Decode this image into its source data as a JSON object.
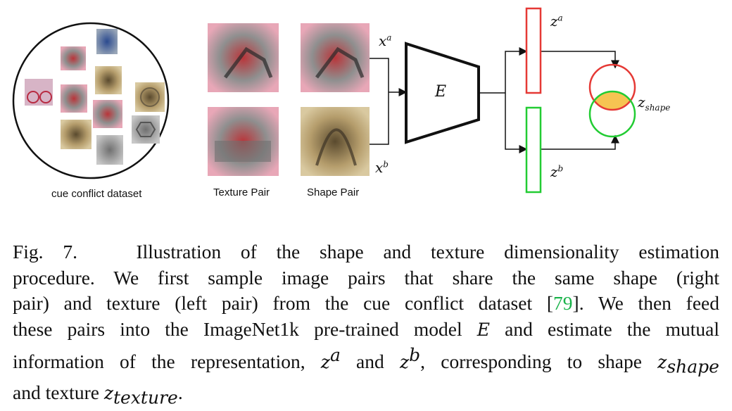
{
  "figure": {
    "dataset_label": "cue conflict dataset",
    "texture_pair_label": "Texture Pair",
    "shape_pair_label": "Shape Pair",
    "xa": "x",
    "xa_sup": "a",
    "xb": "x",
    "xb_sup": "b",
    "encoder": "E",
    "za": "z",
    "za_sup": "a",
    "zb": "z",
    "zb_sup": "b",
    "zshape": "z",
    "zshape_sub": "shape",
    "colors": {
      "za_box": "#e53935",
      "zb_box": "#22cc33",
      "overlap": "#f6c452"
    }
  },
  "caption": {
    "fig_label": "Fig. 7.",
    "l1": "Illustration of the shape and texture dimensionality estimation",
    "l2": "procedure. We first sample image pairs that share the same shape (right",
    "l3a": "pair) and texture (left pair) from the cue conflict dataset [",
    "cite": "79",
    "l3b": "]. We then feed",
    "l4a": "these pairs into the ImageNet1k pre-trained model ",
    "l4E": "E",
    "l4b": " and estimate the mutual",
    "l5a": "information of the representation, ",
    "l5za": "z",
    "l5za_sup": "a",
    "l5and": " and ",
    "l5zb": "z",
    "l5zb_sup": "b",
    "l5b": ", corresponding to shape ",
    "l5z": "z",
    "l5z_sub": "shape",
    "l6a": "and texture ",
    "l6z": "z",
    "l6z_sub": "texture",
    "l6end": "."
  }
}
